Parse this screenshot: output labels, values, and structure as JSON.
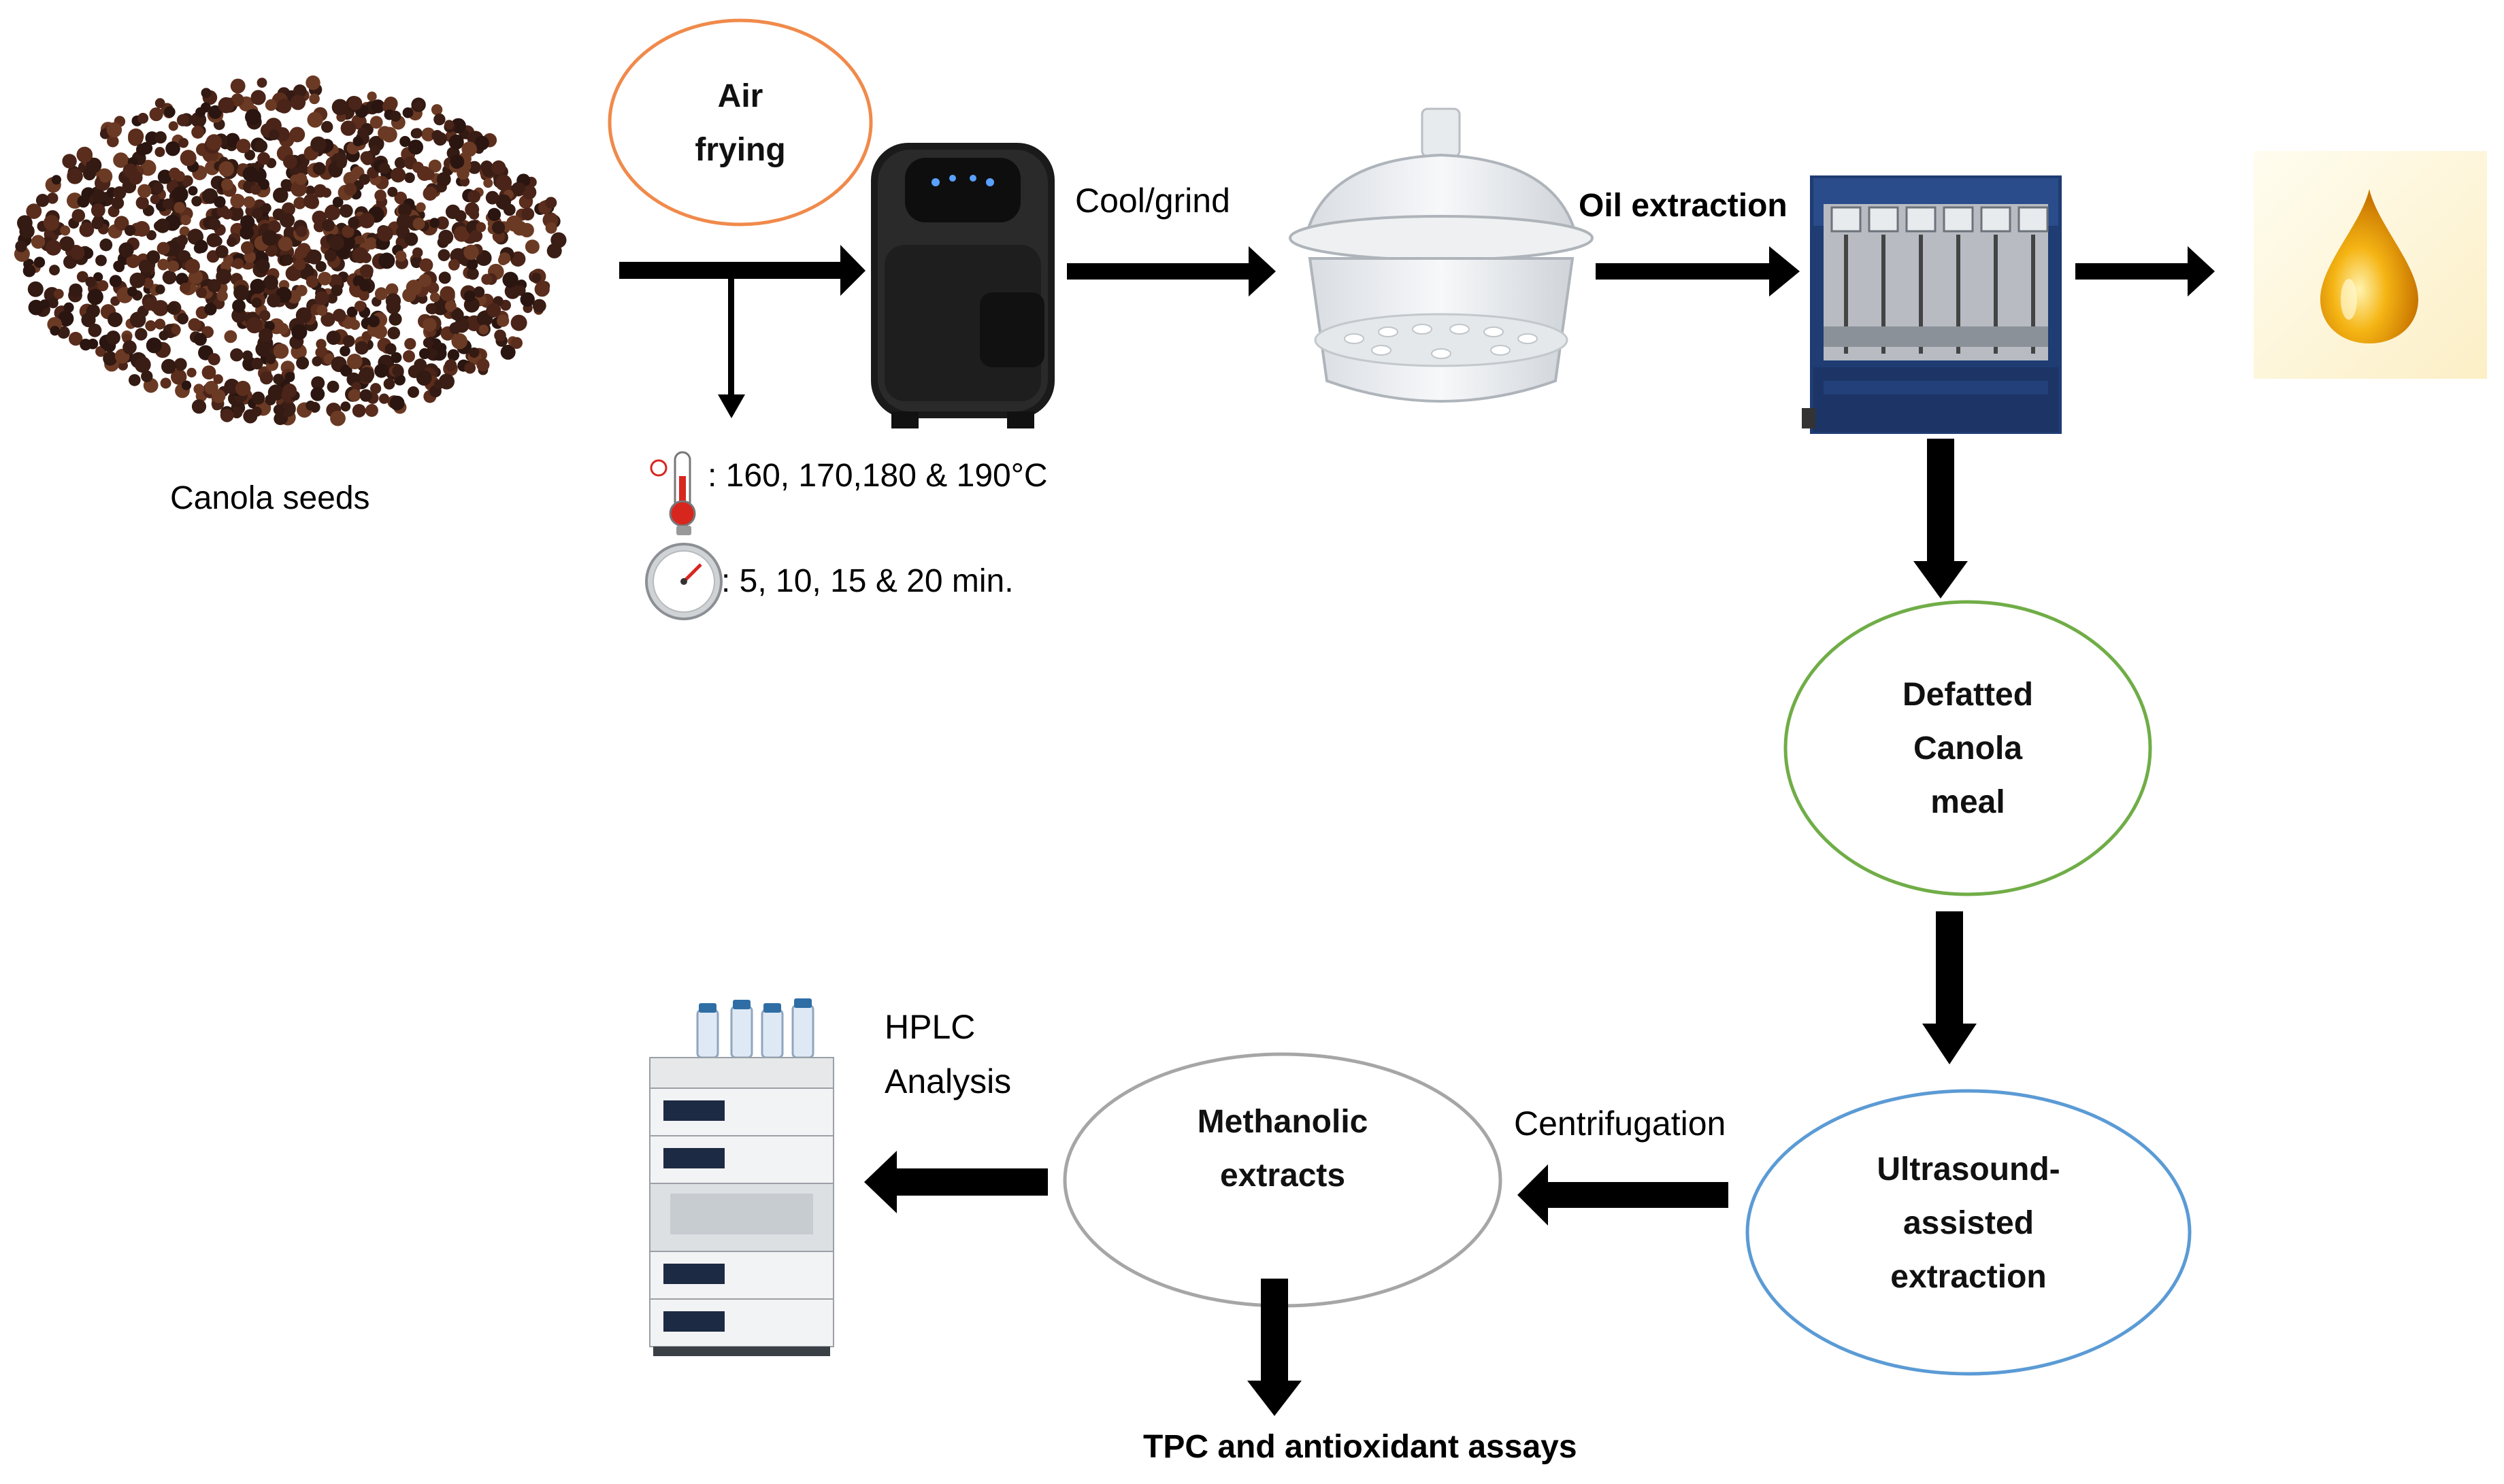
{
  "nodes": {
    "seeds": {
      "label": "Canola seeds"
    },
    "air_frying": {
      "line1": "Air",
      "line2": "frying"
    },
    "temperature": {
      "text": ":  160, 170,180 & 190°C"
    },
    "time": {
      "text": ":  5, 10, 15 & 20 min."
    },
    "cool_grind": {
      "label": "Cool/grind"
    },
    "oil_extraction": {
      "label": "Oil extraction"
    },
    "defatted": {
      "line1": "Defatted",
      "line2": "Canola",
      "line3": "meal"
    },
    "ultrasound": {
      "line1": "Ultrasound-",
      "line2": "assisted",
      "line3": "extraction"
    },
    "centrifugation": {
      "label": "Centrifugation"
    },
    "methanolic": {
      "line1": "Methanolic",
      "line2": "extracts"
    },
    "hplc": {
      "line1": "HPLC",
      "line2": "Analysis"
    },
    "tpc": {
      "label": "TPC and antioxidant assays"
    }
  },
  "colors": {
    "air_frying_ring": "#f08a4b",
    "defatted_ring": "#70ad47",
    "ultrasound_ring": "#5b9bd5",
    "methanolic_ring": "#a6a6a6",
    "arrow": "#000000"
  }
}
